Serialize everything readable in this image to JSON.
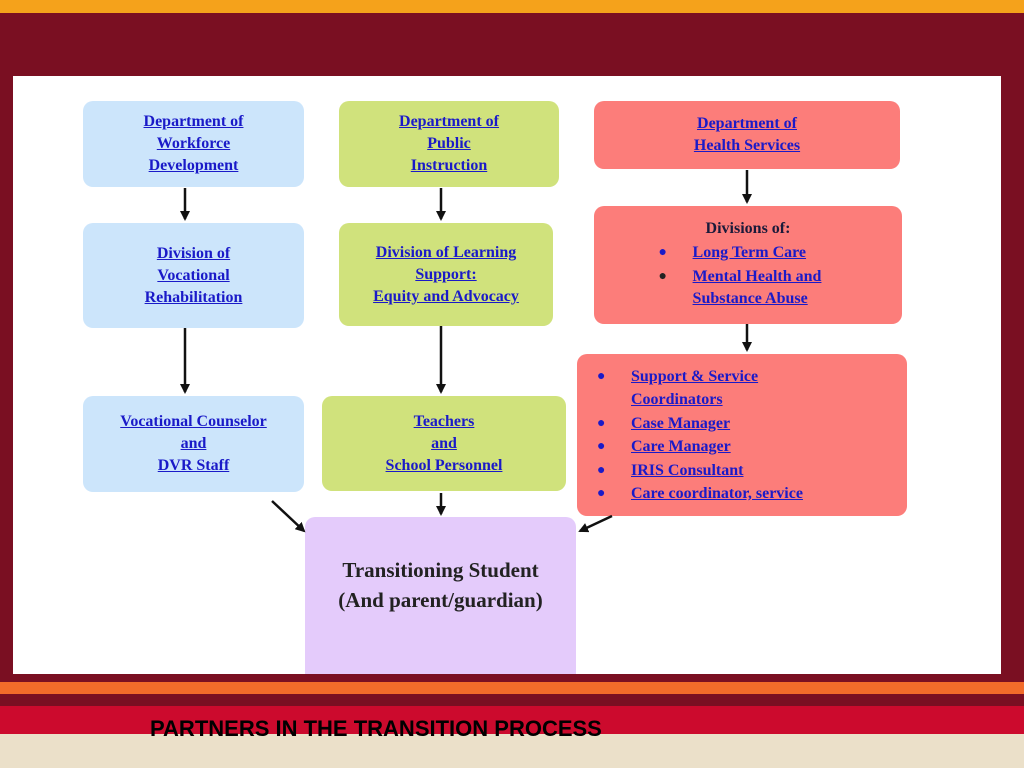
{
  "footer": {
    "title": "PARTNERS IN THE TRANSITION PROCESS"
  },
  "columns": {
    "workforce": {
      "dept": [
        "Department of",
        "Workforce",
        "Development"
      ],
      "division": [
        "Division of",
        "Vocational",
        "Rehabilitation"
      ],
      "staff": [
        "Vocational Counselor",
        "and",
        "DVR Staff"
      ]
    },
    "instruction": {
      "dept": [
        "Department of",
        "Public",
        "Instruction"
      ],
      "division": [
        "Division of Learning",
        "Support:",
        "Equity and Advocacy"
      ],
      "staff": [
        "Teachers",
        "and",
        "School Personnel"
      ]
    },
    "health": {
      "dept": [
        "Department of",
        "Health Services"
      ],
      "division_heading": "Divisions of:",
      "divisions": [
        [
          "Long Term Care"
        ],
        [
          "Mental Health and",
          "Substance Abuse"
        ]
      ],
      "staff": [
        [
          "Support & Service",
          "Coordinators"
        ],
        [
          "Case Manager"
        ],
        [
          "Care Manager"
        ],
        [
          "IRIS Consultant"
        ],
        [
          "Care coordinator, service"
        ]
      ]
    }
  },
  "student": [
    "Transitioning Student",
    "(And parent/guardian)"
  ],
  "colors": {
    "blue": "#cce5fb",
    "green": "#d0e27c",
    "red": "#fc7d7a",
    "purple": "#e4cbfb",
    "link": "#1a1ac8"
  }
}
